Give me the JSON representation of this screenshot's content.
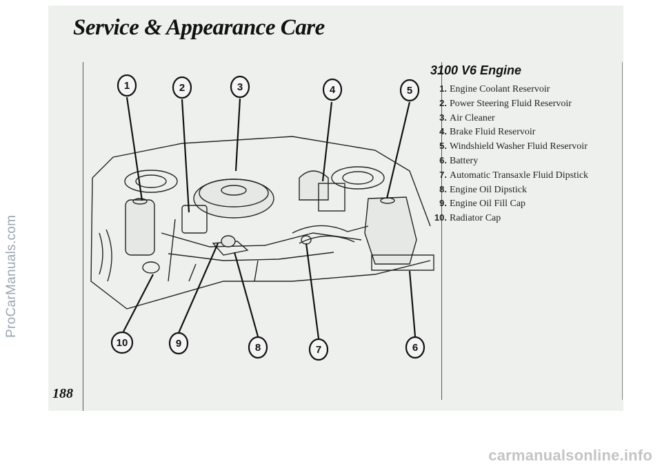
{
  "page": {
    "title": "Service & Appearance Care",
    "page_number": "188",
    "watermark_side": "ProCarManuals.com",
    "watermark_footer": "carmanualsonline.info"
  },
  "figure": {
    "callouts": [
      "1",
      "2",
      "3",
      "4",
      "5",
      "6",
      "7",
      "8",
      "9",
      "10"
    ]
  },
  "legend": {
    "title": "3100 V6 Engine",
    "items": [
      {
        "num": "1.",
        "label": "Engine Coolant Reservoir"
      },
      {
        "num": "2.",
        "label": "Power Steering Fluid Reservoir"
      },
      {
        "num": "3.",
        "label": "Air Cleaner"
      },
      {
        "num": "4.",
        "label": "Brake Fluid Reservoir"
      },
      {
        "num": "5.",
        "label": "Windshield Washer Fluid Reservoir"
      },
      {
        "num": "6.",
        "label": "Battery"
      },
      {
        "num": "7.",
        "label": "Automatic Transaxle Fluid Dipstick"
      },
      {
        "num": "8.",
        "label": "Engine Oil Dipstick"
      },
      {
        "num": "9.",
        "label": "Engine Oil Fill Cap"
      },
      {
        "num": "10.",
        "label": "Radiator Cap"
      }
    ]
  }
}
